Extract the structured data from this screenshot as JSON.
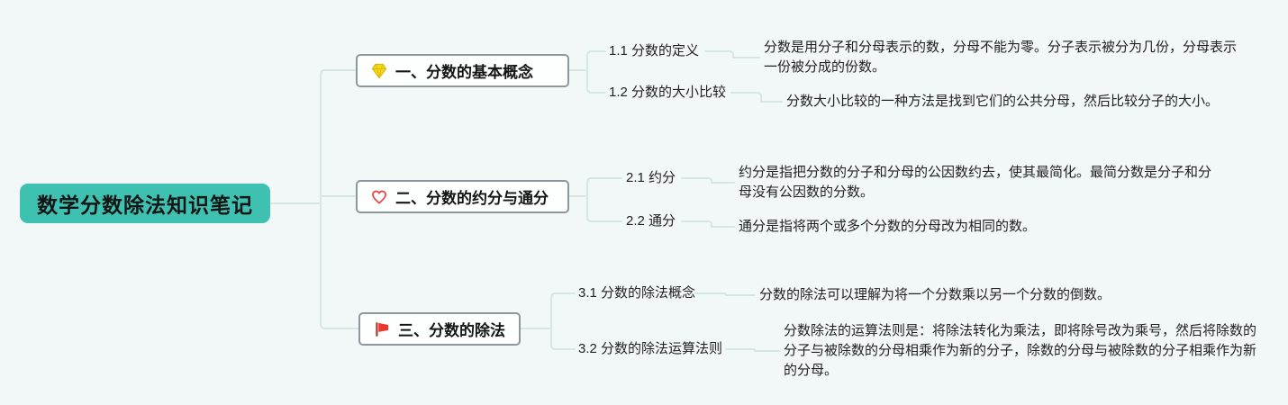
{
  "title": "数学分数除法知识笔记",
  "colors": {
    "background": "#f2f8f7",
    "root_fill": "#3ec1b0",
    "connector": "#d5e7e3",
    "branch_border": "#8e979c",
    "gem_yellow": "#f7d917",
    "heart_red": "#e5413c",
    "flag_red": "#e8382a"
  },
  "branches": [
    {
      "label": "一、分数的基本概念",
      "icon": "gem-icon",
      "children": [
        {
          "label": "1.1 分数的定义",
          "note": "分数是用分子和分母表示的数，分母不能为零。分子表示被分为几份，分母表示一份被分成的份数。"
        },
        {
          "label": "1.2 分数的大小比较",
          "note": "分数大小比较的一种方法是找到它们的公共分母，然后比较分子的大小。"
        }
      ]
    },
    {
      "label": "二、分数的约分与通分",
      "icon": "heart-icon",
      "children": [
        {
          "label": "2.1 约分",
          "note": "约分是指把分数的分子和分母的公因数约去，使其最简化。最简分数是分子和分母没有公因数的分数。"
        },
        {
          "label": "2.2 通分",
          "note": "通分是指将两个或多个分数的分母改为相同的数。"
        }
      ]
    },
    {
      "label": "三、分数的除法",
      "icon": "flag-icon",
      "children": [
        {
          "label": "3.1 分数的除法概念",
          "note": "分数的除法可以理解为将一个分数乘以另一个分数的倒数。"
        },
        {
          "label": "3.2 分数的除法运算法则",
          "note": "分数除法的运算法则是：将除法转化为乘法，即将除号改为乘号，然后将除数的分子与被除数的分母相乘作为新的分子，除数的分母与被除数的分子相乘作为新的分母。"
        }
      ]
    }
  ]
}
